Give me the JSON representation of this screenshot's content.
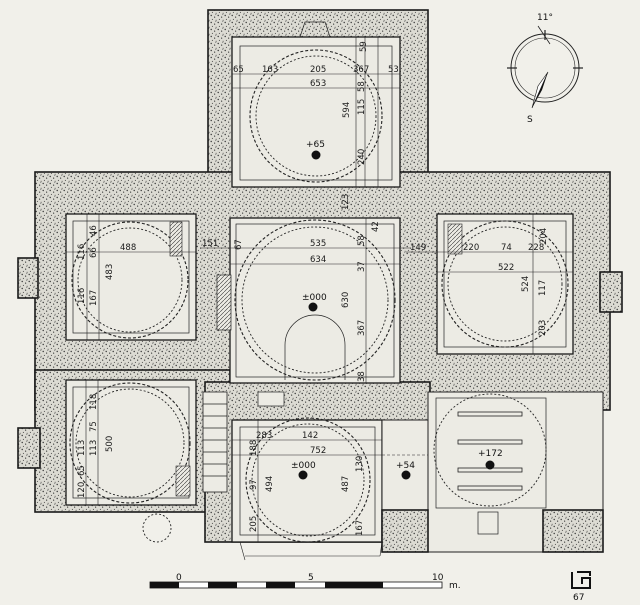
{
  "dimensions": {
    "north_room": [
      "65",
      "163",
      "205",
      "367",
      "53",
      "653",
      "594",
      "115",
      "240",
      "58",
      "59",
      "123"
    ],
    "central_hall": [
      "535",
      "634",
      "151",
      "67",
      "42",
      "58",
      "37",
      "630",
      "367",
      "38"
    ],
    "west_upper_room": [
      "488",
      "46",
      "66",
      "116",
      "483",
      "167",
      "116"
    ],
    "east_upper_room": [
      "149",
      "220",
      "74",
      "228",
      "204",
      "522",
      "524",
      "117",
      "203"
    ],
    "west_lower_room": [
      "118",
      "75",
      "113",
      "500",
      "113",
      "65",
      "120"
    ],
    "south_room": [
      "283",
      "142",
      "387",
      "752",
      "188",
      "494",
      "487",
      "130",
      "97",
      "205",
      "167"
    ]
  },
  "levels": {
    "north": "+65",
    "center": "±000",
    "south": "±000",
    "south_east": "+54",
    "portico": "+172"
  },
  "north_arrow": {
    "label": "S",
    "angle": "11°"
  },
  "scale_bar": {
    "ticks": [
      "0",
      "5",
      "10"
    ],
    "unit": "m."
  },
  "signature": {
    "year": "67"
  }
}
